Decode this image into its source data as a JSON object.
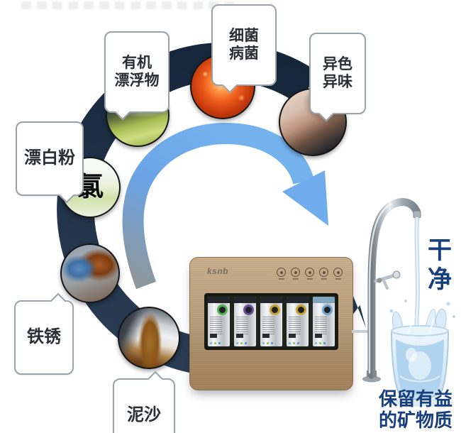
{
  "page": {
    "background": "#ffffff"
  },
  "cycle": {
    "ring_color": "#1c2b40",
    "arrow_gray": "#8e979b",
    "arrow_blue": "#74b0ec"
  },
  "contaminants": [
    {
      "id": "organic-floaters",
      "label": "有机\n漂浮物"
    },
    {
      "id": "bacteria-germs",
      "label": "细菌\n病菌"
    },
    {
      "id": "odor-and-color",
      "label": "异色\n异味"
    },
    {
      "id": "bleaching-powder",
      "label": "漂白粉"
    },
    {
      "id": "rust",
      "label": "铁锈"
    },
    {
      "id": "sediment",
      "label": "泥沙"
    }
  ],
  "chlorine_symbol": "氯",
  "purifier": {
    "brand": "ksnb",
    "filters": [
      {
        "badge": "#4fae4d",
        "head": "#23262b"
      },
      {
        "badge": "#6a4f9e",
        "head": "#23262b"
      },
      {
        "badge": "#c9a42c",
        "head": "#23262b"
      },
      {
        "badge": "#c9a42c",
        "head": "#23262b"
      },
      {
        "badge": "#6fa3cc",
        "head": "#7fa6bd"
      }
    ]
  },
  "clean_water": {
    "title": "干净",
    "caption": "保留有益\n的矿物质",
    "text_color": "#173e7d"
  }
}
